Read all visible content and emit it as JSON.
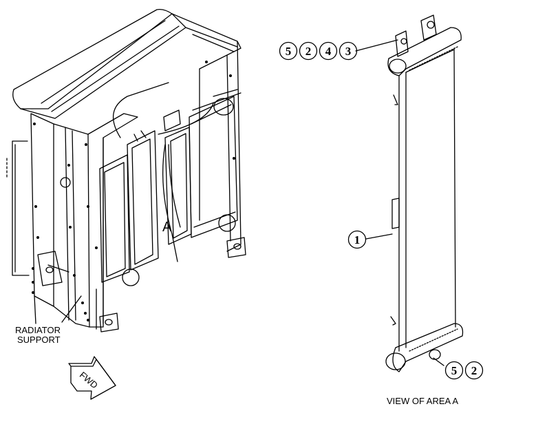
{
  "labels": {
    "radiator_support_line1": "RADIATOR",
    "radiator_support_line2": "SUPPORT",
    "area_marker": "A",
    "fwd": "FWD",
    "view_caption": "VIEW OF AREA A"
  },
  "callouts": {
    "top_group": [
      "5",
      "2",
      "4",
      "3"
    ],
    "middle": "1",
    "bottom_group": [
      "5",
      "2"
    ]
  }
}
